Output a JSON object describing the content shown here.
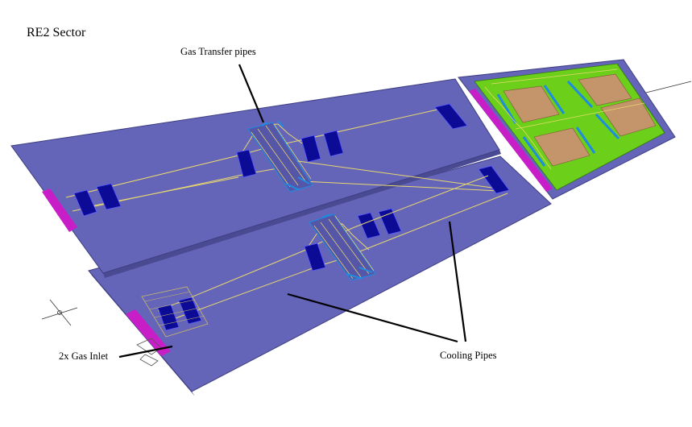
{
  "title": "RE2 Sector",
  "labels": {
    "gas_transfer": "Gas Transfer pipes",
    "gas_inlet": "2x Gas Inlet",
    "cooling": "Cooling Pipes"
  },
  "colors": {
    "panel": "#6464b8",
    "panel_edge": "#3e3e82",
    "panel_side": "#4a4a92",
    "pad": "#0b0b96",
    "pad_edge": "#5a5aff",
    "connector": "#c81ec8",
    "pipe": "#e8d870",
    "green_board": "#6ccf1a",
    "copper_pad": "#c4946a",
    "pipe_detail": "#1e8ce0",
    "callout": "#000000"
  }
}
